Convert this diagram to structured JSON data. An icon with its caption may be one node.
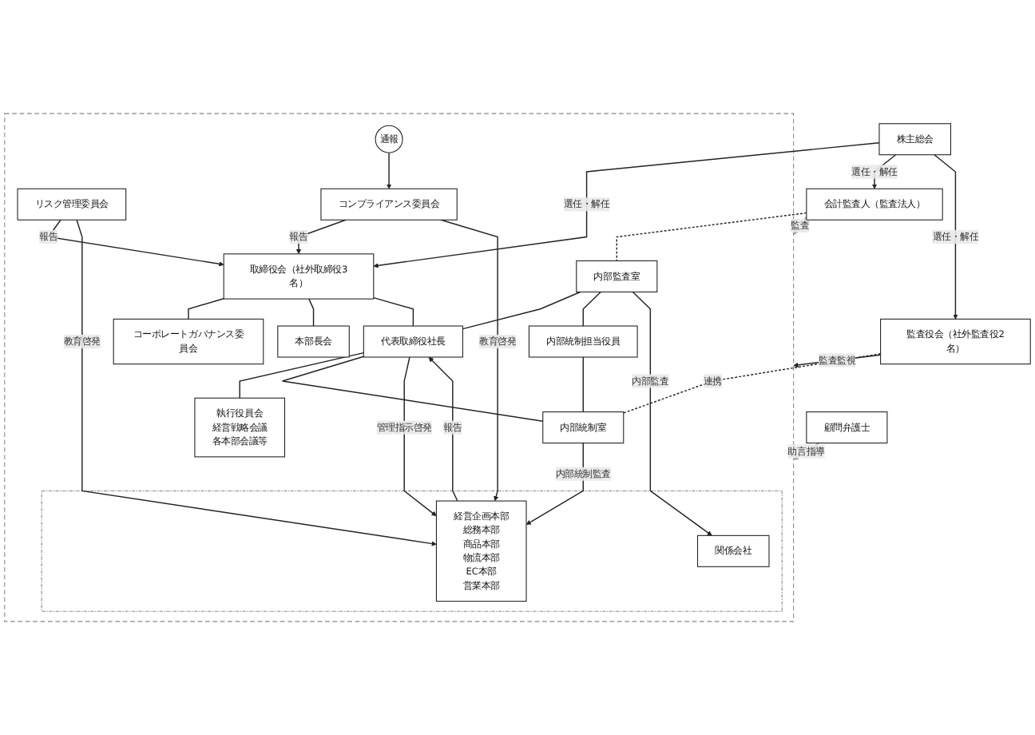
{
  "diagram": {
    "nodes": [
      {
        "text": [
          "株主総会"
        ]
      },
      {
        "text": [
          "会計監査人（監査法人）"
        ]
      },
      {
        "text": [
          "監査役会（社外監査役2名）"
        ]
      },
      {
        "text": [],
        "shape": "box"
      },
      {
        "text": [
          "取締役会（社外取締役3名）"
        ],
        "in": 3
      },
      {
        "text": [
          "コーポレートガバナンス委員会"
        ],
        "in": 3
      },
      {
        "text": [
          "本部長会"
        ],
        "in": 3
      },
      {
        "text": [
          "代表取締役社長"
        ],
        "in": 3
      },
      {
        "text": [
          "内部監査室"
        ],
        "in": 3
      },
      {
        "text": [
          "内部統制担当役員"
        ],
        "in": 3
      },
      {
        "text": [
          "内部統制室"
        ],
        "in": 3
      },
      {
        "text": [
          "リスク管理委員会"
        ],
        "in": 3
      },
      {
        "text": [
          "執行役員会",
          "経営戦略会議",
          "各本部会議等"
        ],
        "in": 3
      },
      {
        "text": [
          "通報"
        ],
        "in": 3
      },
      {
        "text": [
          "コンプライアンス委員会"
        ],
        "in": 3
      },
      {
        "text": [],
        "shape": "box",
        "in": 3
      },
      {
        "text": [
          "関係会社"
        ],
        "in": 15
      },
      {
        "text": [
          "経営企画本部",
          "総務本部",
          "商品本部",
          "物流本部",
          "EC本部",
          "営業本部"
        ],
        "in": 15
      },
      {
        "text": [
          "顧問弁護士"
        ]
      }
    ],
    "edges": [
      {
        "from": 0,
        "to": 1,
        "arrow": "to",
        "label": "選任・解任"
      },
      {
        "from": 0,
        "to": 2,
        "arrow": "to",
        "label": "選任・解任"
      },
      {
        "from": 0,
        "to": 4,
        "arrow": "to",
        "label": "選任・解任"
      },
      {
        "from": 2,
        "to": 3,
        "arrow": "to",
        "label": "監査監視"
      },
      {
        "from": 2,
        "to": 10,
        "arrow": "none",
        "label": "連携",
        "style": "dashed"
      },
      {
        "from": 1,
        "to": 8,
        "arrow": "none",
        "style": "dashed"
      },
      {
        "from": 1,
        "to": 3,
        "arrow": "to",
        "label": "監査",
        "color": "#999999"
      },
      {
        "from": 18,
        "to": 3,
        "arrow": "to",
        "label": "助言指導",
        "color": "#999999"
      },
      {
        "from": 4,
        "to": 5,
        "arrow": "none"
      },
      {
        "from": 4,
        "to": 6,
        "arrow": "none"
      },
      {
        "from": 4,
        "to": 7,
        "arrow": "none"
      },
      {
        "from": 7,
        "to": 12,
        "arrow": "none"
      },
      {
        "from": 8,
        "to": 7,
        "arrow": "none"
      },
      {
        "from": 8,
        "to": 9,
        "arrow": "none"
      },
      {
        "from": 9,
        "to": 10,
        "arrow": "none"
      },
      {
        "from": 7,
        "to": 10,
        "arrow": "none"
      },
      {
        "from": 11,
        "to": 4,
        "arrow": "to",
        "label": "報告"
      },
      {
        "from": 8,
        "to": 16,
        "arrow": "to",
        "label": "内部監査"
      },
      {
        "from": 10,
        "to": 17,
        "arrow": "to",
        "label": "内部統制監査"
      },
      {
        "from": 11,
        "to": 17,
        "arrow": "to",
        "label": "教育啓発"
      },
      {
        "from": 7,
        "to": 17,
        "arrow": "to",
        "label": "管理指示啓発"
      },
      {
        "from": 17,
        "to": 7,
        "arrow": "to",
        "label": "報告"
      },
      {
        "from": 13,
        "to": 14,
        "arrow": "to"
      },
      {
        "from": 14,
        "to": 4,
        "arrow": "to",
        "label": "報告"
      },
      {
        "from": 14,
        "to": 17,
        "arrow": "to",
        "label": "教育啓発"
      }
    ]
  }
}
